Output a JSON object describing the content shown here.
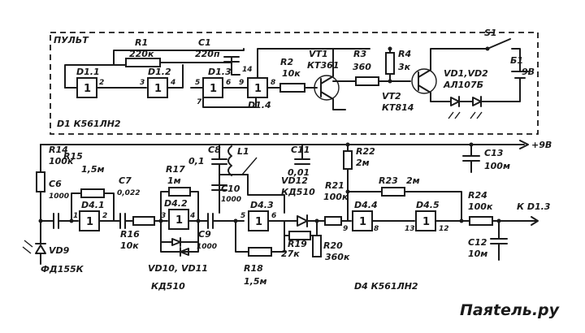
{
  "remote": {
    "title": "ПУЛЬТ",
    "ic_note": "D1 К561ЛН2",
    "components": {
      "r1": {
        "ref": "R1",
        "value": "220к"
      },
      "c1": {
        "ref": "C1",
        "value": "220п"
      },
      "d11": {
        "ref": "D1.1"
      },
      "d12": {
        "ref": "D1.2"
      },
      "d13": {
        "ref": "D1.3"
      },
      "d14": {
        "ref": "D1.4"
      },
      "r2": {
        "ref": "R2",
        "value": "10к"
      },
      "vt1": {
        "ref": "VT1",
        "value": "КТ361"
      },
      "r3": {
        "ref": "R3",
        "value": "360"
      },
      "r4": {
        "ref": "R4",
        "value": "3к"
      },
      "vt2": {
        "ref": "VT2",
        "value": "КТ814"
      },
      "vd12": {
        "ref": "VD1,VD2",
        "value": "АЛ107Б"
      },
      "s1": {
        "ref": "S1"
      },
      "b1": {
        "ref": "Б1",
        "value": "9В"
      }
    },
    "pins": {
      "p2": "2",
      "p3": "3",
      "p4": "4",
      "p5": "5",
      "p6": "6",
      "p7": "7",
      "p8": "8",
      "p9": "9",
      "p14": "14"
    }
  },
  "receiver": {
    "ic_note": "D4  К561ЛН2",
    "supply": "+9В",
    "output": "К D1.3",
    "components": {
      "r14": {
        "ref": "R14",
        "value": "100к"
      },
      "r15": {
        "ref": "R15",
        "value": "1,5м"
      },
      "c6": {
        "ref": "C6",
        "value": "1000"
      },
      "d41": {
        "ref": "D4.1"
      },
      "c7": {
        "ref": "C7",
        "value": "0,022"
      },
      "r16": {
        "ref": "R16",
        "value": "10к"
      },
      "r17": {
        "ref": "R17",
        "value": "1м"
      },
      "d42": {
        "ref": "D4.2"
      },
      "c8": {
        "ref": "C8",
        "value": "0,1"
      },
      "l1": {
        "ref": "L1"
      },
      "c9": {
        "ref": "C9",
        "value": "1000"
      },
      "vd1011": {
        "ref": "VD10, VD11",
        "value": "КД510"
      },
      "c10": {
        "ref": "C10",
        "value": "1000"
      },
      "d43": {
        "ref": "D4.3"
      },
      "c11": {
        "ref": "C11",
        "value": "0,01"
      },
      "vd12": {
        "ref": "VD12",
        "value": "КД510"
      },
      "r19": {
        "ref": "R19",
        "value": "27к"
      },
      "r18": {
        "ref": "R18",
        "value": "1,5м"
      },
      "r22": {
        "ref": "R22",
        "value": "2м"
      },
      "r21": {
        "ref": "R21",
        "value": "100к"
      },
      "d44": {
        "ref": "D4.4"
      },
      "r20": {
        "ref": "R20",
        "value": "360к"
      },
      "r23": {
        "ref": "R23",
        "value": "2м"
      },
      "d45": {
        "ref": "D4.5"
      },
      "c13": {
        "ref": "C13",
        "value": "100м"
      },
      "r24": {
        "ref": "R24",
        "value": "100к"
      },
      "c12": {
        "ref": "C12",
        "value": "10м"
      },
      "vd9": {
        "ref": "VD9",
        "value": "ФД155К"
      }
    },
    "pins": {
      "p1": "1",
      "p2": "2",
      "p3": "3",
      "p4": "4",
      "p5": "5",
      "p6": "6",
      "p8": "8",
      "p9": "9",
      "p12": "12",
      "p13": "13"
    }
  },
  "gate_symbol": "1",
  "watermark": "Паяtель.ру",
  "colors": {
    "ink": "#1a1a1a",
    "paper": "#ffffff"
  }
}
